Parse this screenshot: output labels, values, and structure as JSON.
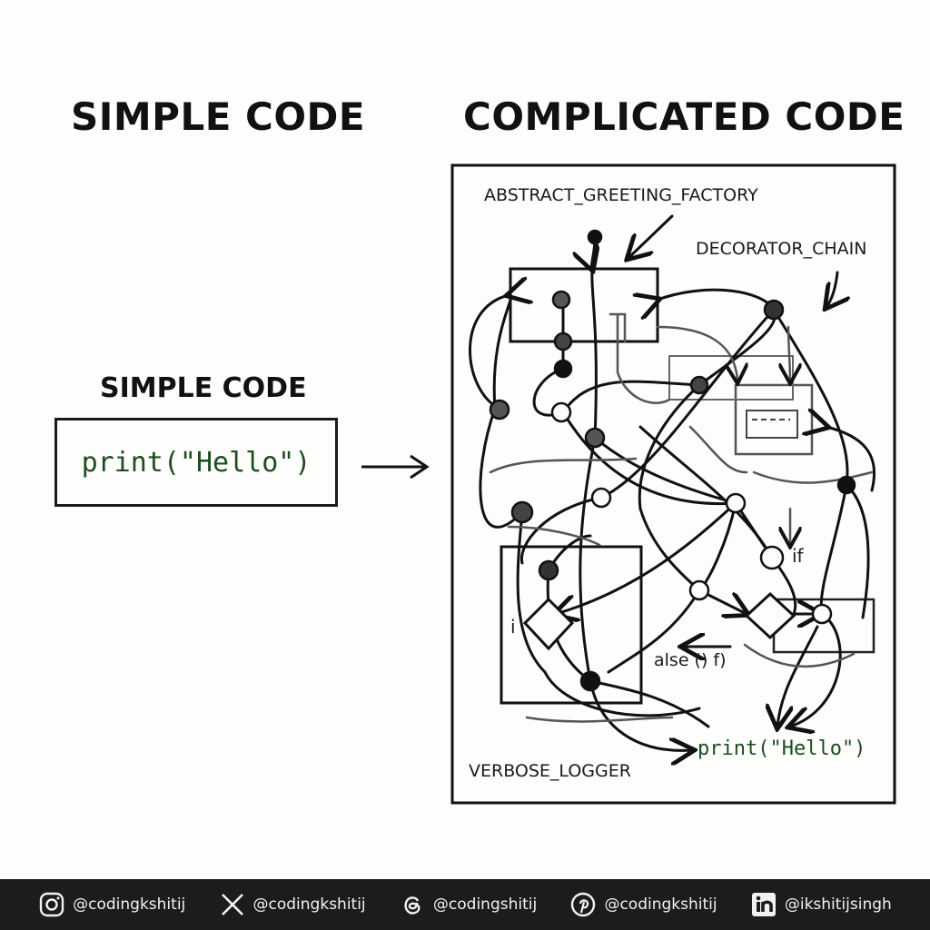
{
  "headings": {
    "simple": "SIMPLE CODE",
    "complicated": "COMPLICATED CODE"
  },
  "simple_panel": {
    "label": "SIMPLE CODE",
    "code": "print(\"Hello\")"
  },
  "complicated_panel": {
    "labels": {
      "factory": "ABSTRACT_GREETING_FACTORY",
      "decorator": "DECORATOR_CHAIN",
      "logger": "VERBOSE_LOGGER",
      "if": "if",
      "i": "i",
      "else": "alse () f)"
    },
    "output_code": "print(\"Hello\")"
  },
  "footer": {
    "items": [
      {
        "icon": "instagram-icon",
        "handle": "@codingkshitij"
      },
      {
        "icon": "x-icon",
        "handle": "@codingkshitij"
      },
      {
        "icon": "threads-icon",
        "handle": "@codingshitij"
      },
      {
        "icon": "pinterest-icon",
        "handle": "@codingkshitij"
      },
      {
        "icon": "linkedin-icon",
        "handle": "@ikshitijsingh"
      }
    ]
  },
  "colors": {
    "background": "#fdfdfc",
    "ink": "#111111",
    "code_green": "#1e4d1e",
    "footer_bg": "#1c1c1c"
  }
}
